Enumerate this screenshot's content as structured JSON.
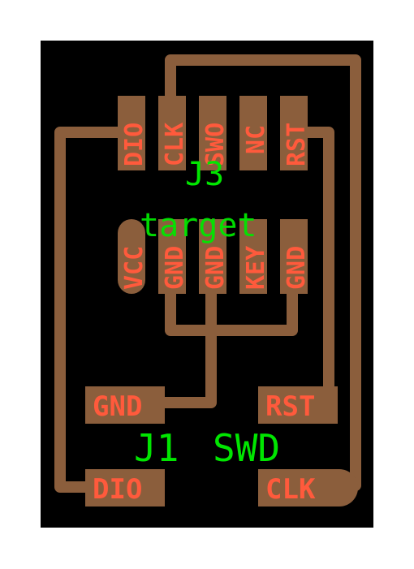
{
  "colors": {
    "background": "#ffffff",
    "board": "#000000",
    "trace": "#8b5e3c",
    "pad_text": "#ff5a3c",
    "silkscreen": "#00e600",
    "silkscreen_highlight": "#ffff4d"
  },
  "header_j3": {
    "designator": "J3",
    "value": "target",
    "top_row_pins": [
      "DIO",
      "CLK",
      "SWO",
      "NC",
      "RST"
    ],
    "bottom_row_pins": [
      "VCC",
      "GND",
      "GND",
      "KEY",
      "GND"
    ]
  },
  "header_j1": {
    "designator": "J1",
    "value": "SWD",
    "pads": [
      "GND",
      "RST",
      "DIO",
      "CLK"
    ]
  }
}
